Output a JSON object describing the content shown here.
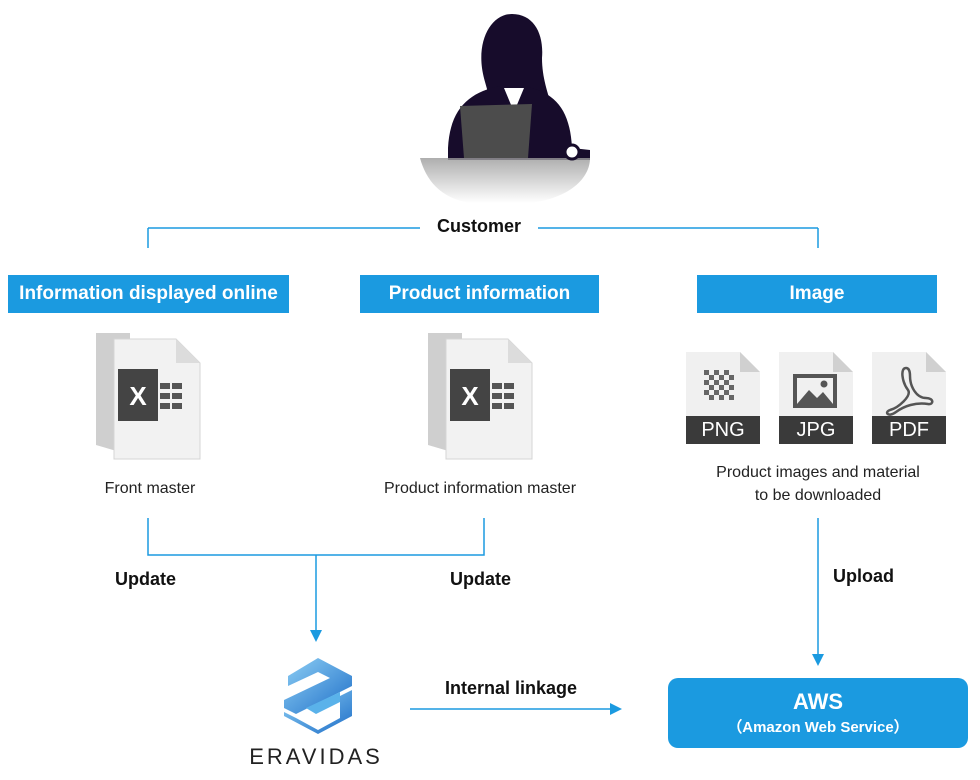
{
  "customer": {
    "label": "Customer"
  },
  "categories": [
    {
      "label": "Information displayed online",
      "file_caption": "Front master",
      "file_icon": "excel-file-icon"
    },
    {
      "label": "Product information",
      "file_caption": "Product information master",
      "file_icon": "excel-file-icon"
    },
    {
      "label": "Image",
      "file_caption_line1": "Product images and material",
      "file_caption_line2": "to be downloaded"
    }
  ],
  "file_types": [
    "PNG",
    "JPG",
    "PDF"
  ],
  "flows": {
    "update_left": "Update",
    "update_right": "Update",
    "upload": "Upload",
    "internal_linkage": "Internal linkage"
  },
  "eravidas": {
    "logo_text": "ERAVIDAS"
  },
  "aws": {
    "title": "AWS",
    "subtitle": "（Amazon Web Service）"
  },
  "colors": {
    "accent": "#1b9ae0",
    "silhouette": "#170c2b",
    "excel_green": "#444444",
    "file_dark": "#3a3a3a"
  }
}
